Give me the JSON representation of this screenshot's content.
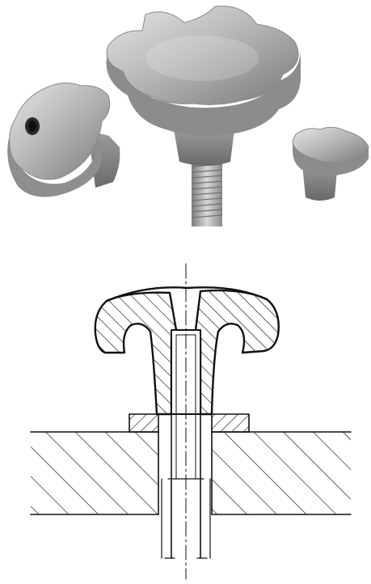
{
  "figure": {
    "photo": {
      "items": [
        {
          "name": "star-knob-with-through-hole"
        },
        {
          "name": "star-knob-with-threaded-stud"
        },
        {
          "name": "small-star-knob-with-hub"
        }
      ],
      "colors": {
        "metal_light": "#d9d9d9",
        "metal_mid": "#a9a9a9",
        "metal_dark": "#6d6d6d",
        "background": "#ffffff"
      }
    },
    "drawing": {
      "view": "section",
      "hatching": true,
      "colors": {
        "line": "#111111",
        "background": "#ffffff"
      }
    }
  }
}
